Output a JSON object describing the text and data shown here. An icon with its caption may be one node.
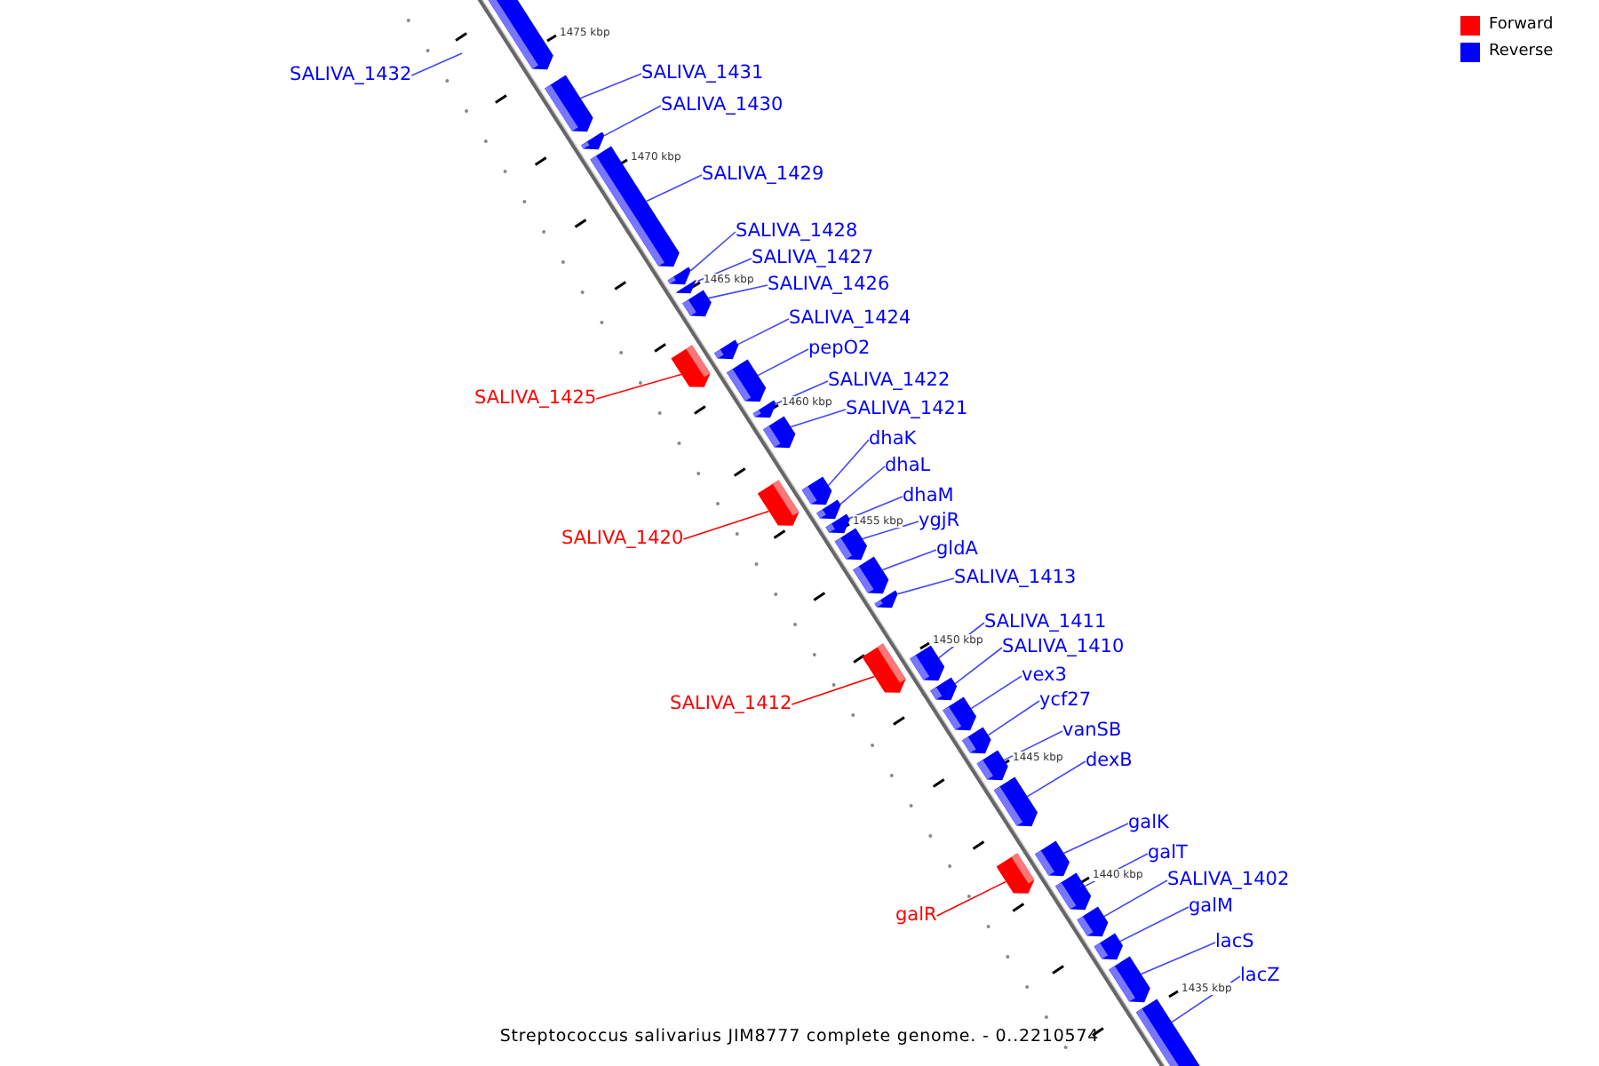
{
  "diagram": {
    "caption": "Streptococcus salivarius JIM8777 complete genome. - 0..2210574",
    "nodes": [
      {
        "text": [
          "SALIVA_1432"
        ]
      },
      {
        "text": [
          "SALIVA_1431"
        ]
      },
      {
        "text": [
          "SALIVA_1430"
        ]
      },
      {
        "text": [
          "SALIVA_1429"
        ]
      },
      {
        "text": [
          "SALIVA_1428"
        ]
      },
      {
        "text": [
          "SALIVA_1427"
        ]
      },
      {
        "text": [
          "SALIVA_1426"
        ]
      },
      {
        "text": [
          "SALIVA_1424"
        ]
      },
      {
        "text": [
          "pepO2"
        ]
      },
      {
        "text": [
          "SALIVA_1425"
        ]
      },
      {
        "text": [
          "SALIVA_1422"
        ]
      },
      {
        "text": [
          "SALIVA_1421"
        ]
      },
      {
        "text": [
          "dhaK"
        ]
      },
      {
        "text": [
          "dhaL"
        ]
      },
      {
        "text": [
          "dhaM"
        ]
      },
      {
        "text": [
          "ygjR"
        ]
      },
      {
        "text": [
          "SALIVA_1420"
        ]
      },
      {
        "text": [
          "gldA"
        ]
      },
      {
        "text": [
          "SALIVA_1413"
        ]
      },
      {
        "text": [
          "SALIVA_1411"
        ]
      },
      {
        "text": [
          "SALIVA_1410"
        ]
      },
      {
        "text": [
          "vex3"
        ]
      },
      {
        "text": [
          "ycf27"
        ]
      },
      {
        "text": [
          "SALIVA_1412"
        ]
      },
      {
        "text": [
          "vanSB"
        ]
      },
      {
        "text": [
          "dexB"
        ]
      },
      {
        "text": [
          "galK"
        ]
      },
      {
        "text": [
          "galT"
        ]
      },
      {
        "text": [
          "SALIVA_1402"
        ]
      },
      {
        "text": [
          "galM"
        ]
      },
      {
        "text": [
          "galR"
        ]
      },
      {
        "text": [
          "lacS"
        ]
      },
      {
        "text": [
          "lacZ"
        ]
      },
      {
        "text": [],
        "shape": "bar"
      },
      {
        "text": [],
        "shape": "bar"
      },
      {
        "text": [],
        "shape": "bar"
      },
      {
        "text": [],
        "shape": "bar"
      },
      {
        "text": [],
        "shape": "bar"
      },
      {
        "text": [],
        "shape": "bar"
      },
      {
        "text": [],
        "shape": "bar"
      },
      {
        "text": [],
        "shape": "bar"
      },
      {
        "text": [],
        "shape": "bar"
      },
      {
        "text": [],
        "shape": "bar"
      },
      {
        "text": [],
        "shape": "bar"
      },
      {
        "text": [],
        "shape": "bar"
      },
      {
        "text": [],
        "shape": "bar"
      },
      {
        "text": [],
        "shape": "bar"
      },
      {
        "text": [],
        "shape": "bar"
      },
      {
        "text": [],
        "shape": "bar"
      },
      {
        "text": [],
        "shape": "bar"
      },
      {
        "text": [],
        "shape": "bar"
      },
      {
        "text": [],
        "shape": "bar"
      },
      {
        "text": [],
        "shape": "bar"
      },
      {
        "text": [],
        "shape": "bar"
      },
      {
        "text": [],
        "shape": "bar"
      },
      {
        "text": [],
        "shape": "bar"
      },
      {
        "text": [],
        "shape": "bar"
      },
      {
        "text": [],
        "shape": "bar"
      },
      {
        "text": [],
        "shape": "bar"
      },
      {
        "text": [],
        "shape": "bar"
      },
      {
        "text": [],
        "shape": "bar"
      },
      {
        "text": [],
        "shape": "bar"
      },
      {
        "text": [],
        "shape": "bar"
      },
      {
        "text": [],
        "shape": "bar"
      },
      {
        "text": [],
        "shape": "bar"
      },
      {
        "text": [],
        "shape": "bar"
      }
    ],
    "edges": [
      {
        "from": 0,
        "to": null,
        "arrow": "none"
      },
      {
        "from": 1,
        "to": 34,
        "arrow": "none"
      },
      {
        "from": 2,
        "to": 35,
        "arrow": "none"
      },
      {
        "from": 3,
        "to": 36,
        "arrow": "none"
      },
      {
        "from": 4,
        "to": 37,
        "arrow": "none"
      },
      {
        "from": 5,
        "to": 38,
        "arrow": "none"
      },
      {
        "from": 6,
        "to": 39,
        "arrow": "none"
      },
      {
        "from": 7,
        "to": 41,
        "arrow": "none"
      },
      {
        "from": 8,
        "to": 42,
        "arrow": "none"
      },
      {
        "from": 9,
        "to": 40,
        "arrow": "none",
        "color": "#ff0000"
      },
      {
        "from": 10,
        "to": 43,
        "arrow": "none"
      },
      {
        "from": 11,
        "to": 44,
        "arrow": "none"
      },
      {
        "from": 12,
        "to": 46,
        "arrow": "none"
      },
      {
        "from": 13,
        "to": 47,
        "arrow": "none"
      },
      {
        "from": 14,
        "to": 48,
        "arrow": "none"
      },
      {
        "from": 15,
        "to": 49,
        "arrow": "none"
      },
      {
        "from": 16,
        "to": 45,
        "arrow": "none",
        "color": "#ff0000"
      },
      {
        "from": 17,
        "to": 50,
        "arrow": "none"
      },
      {
        "from": 18,
        "to": 51,
        "arrow": "none"
      },
      {
        "from": 19,
        "to": 53,
        "arrow": "none"
      },
      {
        "from": 20,
        "to": 54,
        "arrow": "none"
      },
      {
        "from": 21,
        "to": 55,
        "arrow": "none"
      },
      {
        "from": 22,
        "to": 56,
        "arrow": "none"
      },
      {
        "from": 23,
        "to": 52,
        "arrow": "none",
        "color": "#ff0000"
      },
      {
        "from": 24,
        "to": 57,
        "arrow": "none"
      },
      {
        "from": 25,
        "to": 58,
        "arrow": "none"
      },
      {
        "from": 26,
        "to": 60,
        "arrow": "none"
      },
      {
        "from": 27,
        "to": 61,
        "arrow": "none"
      },
      {
        "from": 28,
        "to": 62,
        "arrow": "none"
      },
      {
        "from": 29,
        "to": 63,
        "arrow": "none"
      },
      {
        "from": 30,
        "to": 59,
        "arrow": "none",
        "color": "#ff0000"
      },
      {
        "from": 31,
        "to": 64,
        "arrow": "none"
      },
      {
        "from": 32,
        "to": 65,
        "arrow": "none"
      }
    ],
    "labels": [
      "1475 kbp",
      "1470 kbp",
      "1465 kbp",
      "1460 kbp",
      "1455 kbp",
      "1450 kbp",
      "1445 kbp",
      "1440 kbp",
      "1435 kbp"
    ],
    "legend": [
      {
        "text": "Forward",
        "color": "#ff0000"
      },
      {
        "text": "Reverse",
        "color": "#0000ff"
      }
    ]
  }
}
